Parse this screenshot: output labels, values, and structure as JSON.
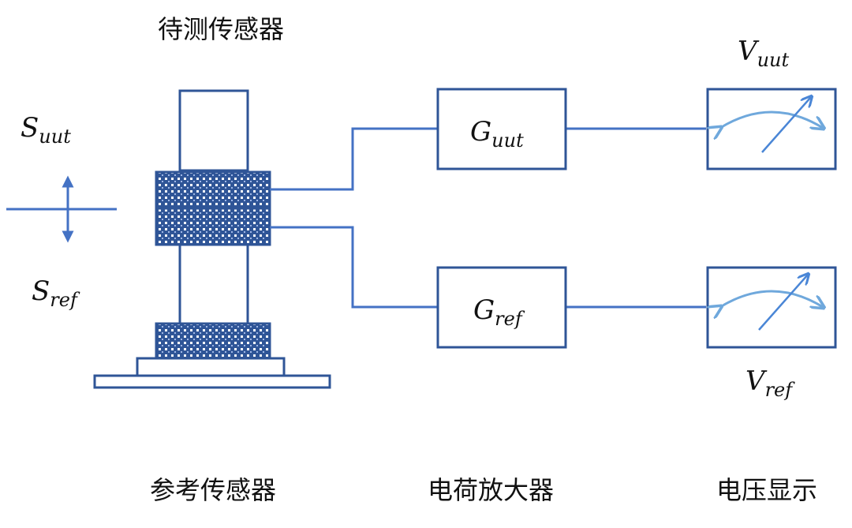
{
  "labels": {
    "top_sensor": "待测传感器",
    "ref_sensor": "参考传感器",
    "amplifier": "电荷放大器",
    "display": "电压显示"
  },
  "math": {
    "s_uut": {
      "base": "S",
      "sub": "uut"
    },
    "s_ref": {
      "base": "S",
      "sub": "ref"
    },
    "g_uut": {
      "base": "G",
      "sub": "uut"
    },
    "g_ref": {
      "base": "G",
      "sub": "ref"
    },
    "v_uut": {
      "base": "V",
      "sub": "uut"
    },
    "v_ref": {
      "base": "V",
      "sub": "ref"
    }
  },
  "colors": {
    "line": "#4472c4",
    "box_border": "#2f5597",
    "gauge": "#6fa8dc"
  }
}
